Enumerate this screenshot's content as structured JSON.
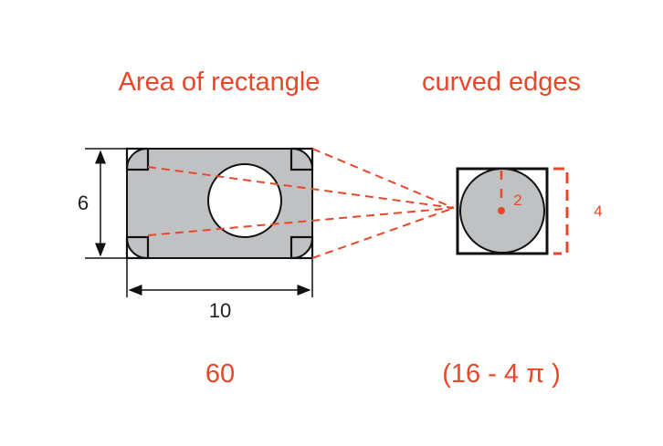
{
  "titles": {
    "left": "Area of rectangle",
    "right": "curved edges"
  },
  "results": {
    "left": "60",
    "right": "(16 - 4 π )"
  },
  "dimensions": {
    "height": "6",
    "width": "10",
    "radius": "2",
    "side": "4"
  },
  "colors": {
    "accent": "#e8472a",
    "fill": "#c0c1c3",
    "stroke": "#111111"
  }
}
